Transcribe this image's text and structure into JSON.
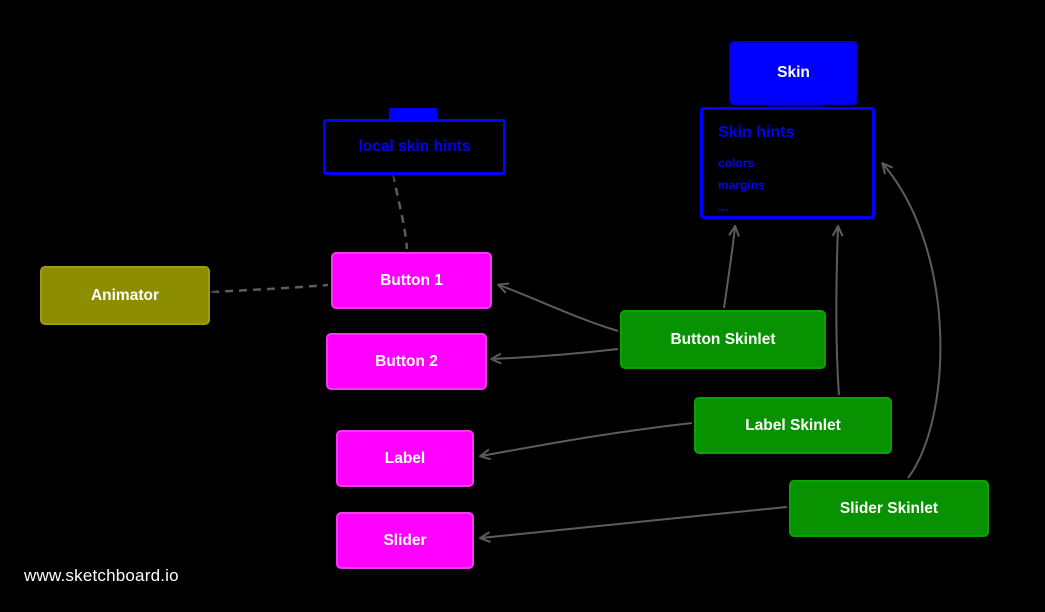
{
  "diagram": {
    "nodes": {
      "skin": {
        "label": "Skin"
      },
      "skin_hints": {
        "title": "Skin hints",
        "items": [
          "colors",
          "margins",
          "..."
        ]
      },
      "local_skin_hints": {
        "label": "local skin hints"
      },
      "animator": {
        "label": "Animator"
      },
      "button1": {
        "label": "Button 1"
      },
      "button2": {
        "label": "Button 2"
      },
      "label": {
        "label": "Label"
      },
      "slider": {
        "label": "Slider"
      },
      "button_skinlet": {
        "label": "Button Skinlet"
      },
      "label_skinlet": {
        "label": "Label Skinlet"
      },
      "slider_skinlet": {
        "label": "Slider Skinlet"
      }
    },
    "colors": {
      "background": "#000000",
      "blue": "#0000ff",
      "magenta": "#ff00ff",
      "green": "#089100",
      "olive": "#8d8d00",
      "connector": "#5c5c5c",
      "node_text": "#ffffff"
    },
    "footer": {
      "watermark": "www.sketchboard.io"
    }
  }
}
